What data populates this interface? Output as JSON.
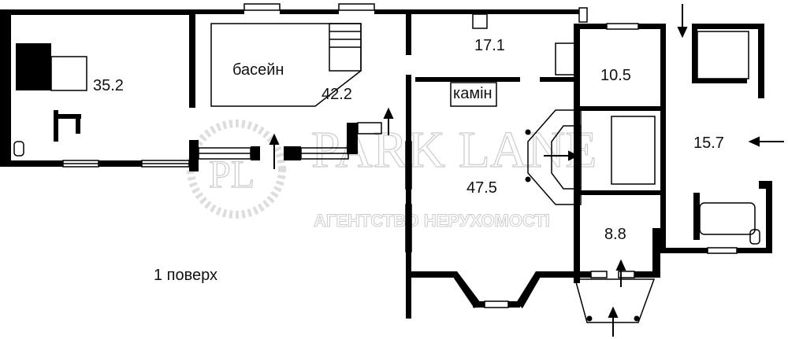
{
  "floor_label": "1 поверх",
  "rooms": {
    "garage_area": "35.2",
    "pool_hall_area": "42.2",
    "pool_label": "басейн",
    "kitchen_area": "17.1",
    "room_area": "10.5",
    "living_area": "47.5",
    "fireplace_label": "камін",
    "hall_area": "15.7",
    "vestibule_area": "8.8"
  },
  "watermark": {
    "logo": "PL",
    "brand": "PARK LANE",
    "tagline": "АГЕНТСТВО НЕРУХОМОСТІ"
  },
  "colors": {
    "wall": "#000000",
    "background": "#ffffff"
  }
}
